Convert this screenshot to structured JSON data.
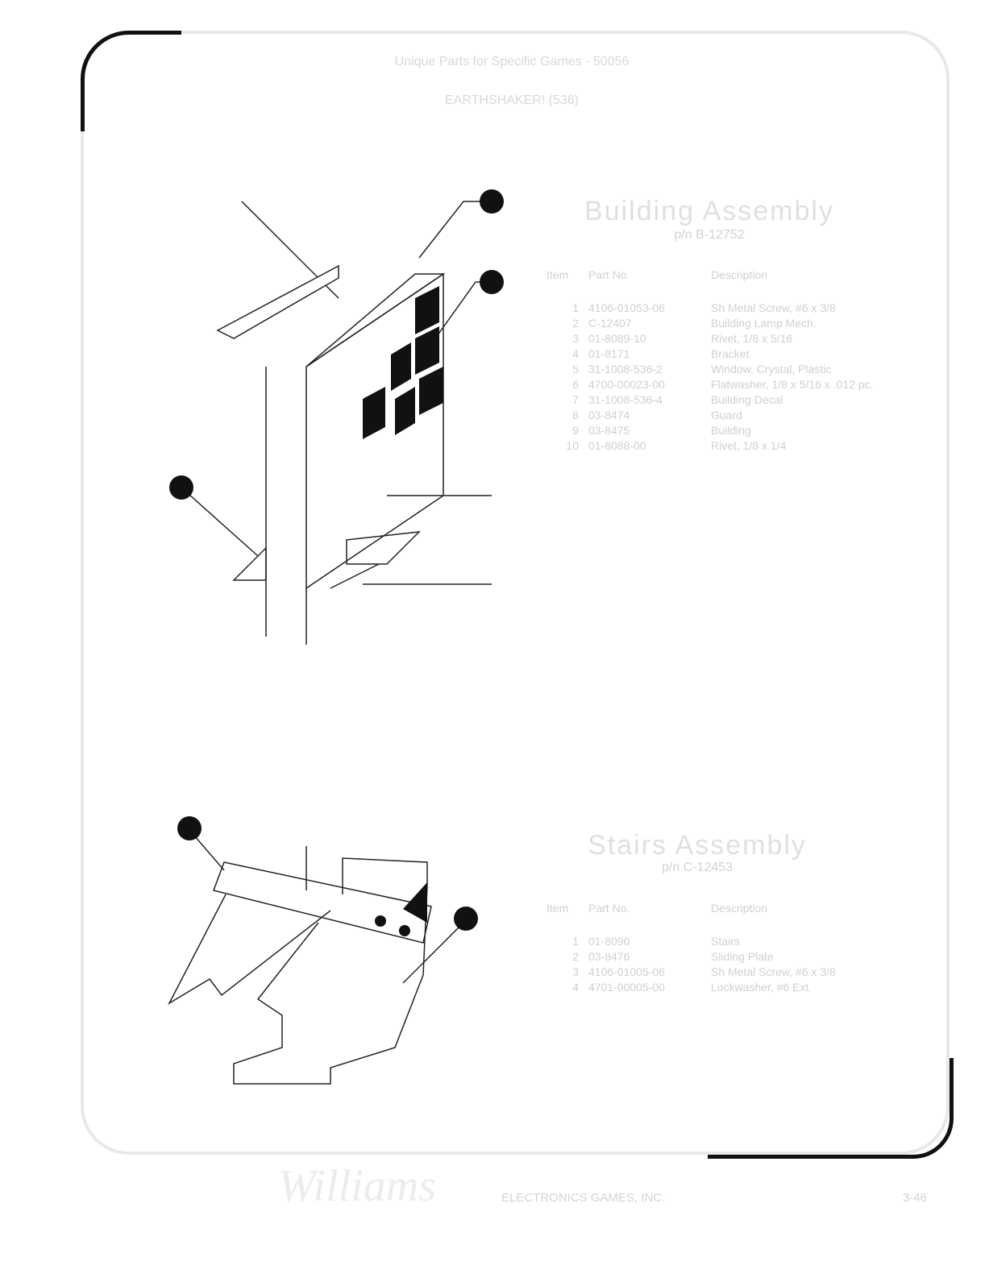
{
  "header": {
    "line1": "Unique Parts for Specific Games - 50056",
    "line2": "EARTHSHAKER! (536)"
  },
  "building": {
    "title": "Building Assembly",
    "part_number": "p/n B-12752",
    "columns": [
      "Item",
      "Part No.",
      "Description"
    ],
    "rows": [
      [
        "1",
        "4106-01053-06",
        "Sh Metal Screw, #6 x 3/8"
      ],
      [
        "2",
        "C-12407",
        "Building Lamp Mech."
      ],
      [
        "3",
        "01-8089-10",
        "Rivet, 1/8 x 5/16"
      ],
      [
        "4",
        "01-8171",
        "Bracket"
      ],
      [
        "5",
        "31-1008-536-2",
        "Window, Crystal, Plastic"
      ],
      [
        "6",
        "4700-00023-00",
        "Flatwasher, 1/8 x 5/16 x .012 pc."
      ],
      [
        "7",
        "31-1008-536-4",
        "Building Decal"
      ],
      [
        "8",
        "03-8474",
        "Guard"
      ],
      [
        "9",
        "03-8475",
        "Building"
      ],
      [
        "10",
        "01-8088-00",
        "Rivet, 1/8 x 1/4"
      ]
    ]
  },
  "stairs": {
    "title": "Stairs Assembly",
    "part_number": "p/n C-12453",
    "columns": [
      "Item",
      "Part No.",
      "Description"
    ],
    "rows": [
      [
        "1",
        "01-8090",
        "Stairs"
      ],
      [
        "2",
        "03-8476",
        "Sliding Plate"
      ],
      [
        "3",
        "4106-01005-06",
        "Sh Metal Screw, #6 x 3/8"
      ],
      [
        "4",
        "4701-00005-00",
        "Lockwasher, #6 Ext."
      ]
    ]
  },
  "footer": {
    "logo": "Williams",
    "company": "ELECTRONICS GAMES, INC.",
    "page": "3-46"
  }
}
